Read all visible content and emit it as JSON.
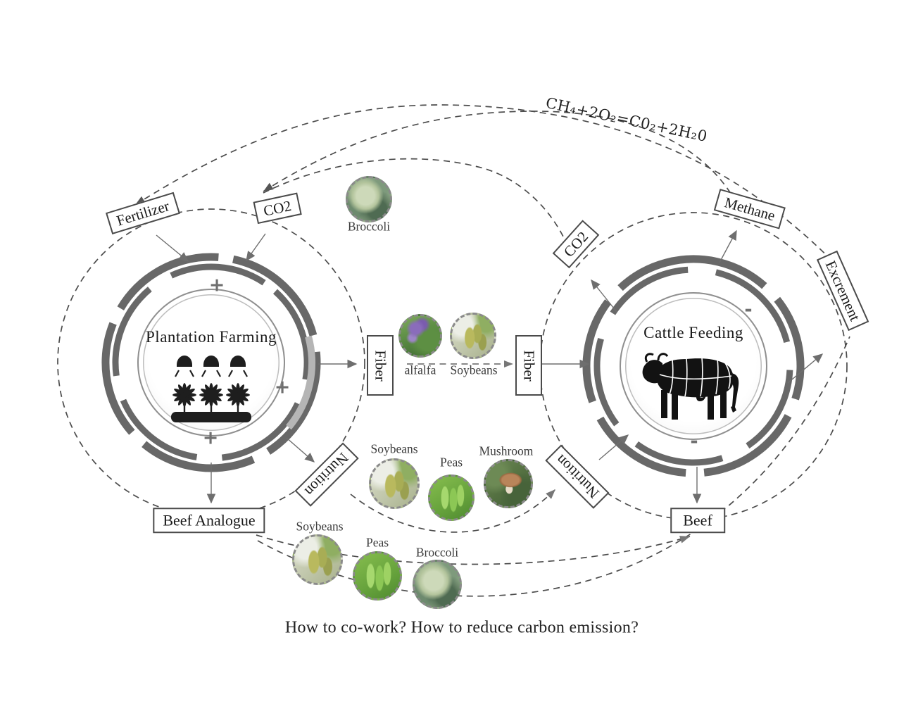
{
  "diagram": {
    "equation": "CH₄+2O₂=C0₂+2H₂0",
    "question": "How to co-work? How to reduce carbon emission?"
  },
  "plantation": {
    "title": "Plantation Farming",
    "plus": [
      "+",
      "+",
      "+"
    ],
    "fertilizer": "Fertilizer",
    "co2": "CO2",
    "fiber": "Fiber",
    "nutrition": "Nutrition",
    "beef_analogue": "Beef Analogue"
  },
  "cattle": {
    "title": "Cattle Feeding",
    "minus": [
      "-",
      "-"
    ],
    "co2": "CO2",
    "methane": "Methane",
    "excrement": "Excrement",
    "fiber": "Fiber",
    "nutrition": "Nutrition",
    "beef": "Beef"
  },
  "photos": {
    "top_broccoli": "Broccoli",
    "alfalfa": "alfalfa",
    "mid_soybeans": "Soybeans",
    "row2_soybeans": "Soybeans",
    "row2_peas": "Peas",
    "row2_mushroom": "Mushroom",
    "row3_soybeans": "Soybeans",
    "row3_peas": "Peas",
    "row3_broccoli": "Broccoli"
  },
  "icons": {
    "plantation": "plants-under-grow-lamps-icon",
    "cattle": "butcher-cow-icon"
  },
  "colors": {
    "ring": "#686868",
    "ring_light": "#b5b5b5",
    "dash": "#4c4c4c",
    "arrow": "#6e6e6e",
    "ink": "#1a1a1a"
  }
}
